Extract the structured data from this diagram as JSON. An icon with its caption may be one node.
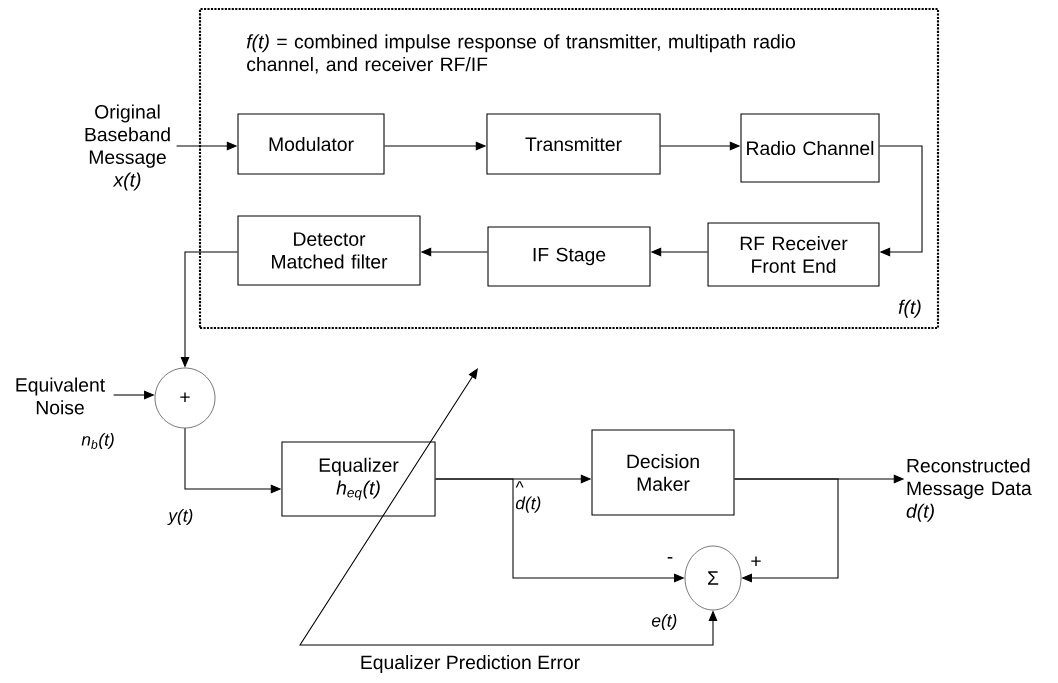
{
  "diagram": {
    "nodes": [
      {
        "text": [
          "*f(t)* = combined impulse response of transmitter, multipath radio channel, and receiver RF/IF",
          "f(t)"
        ]
      },
      {
        "text": [
          "Original Baseband Message *x(t)*"
        ]
      },
      {
        "text": [
          "Modulator"
        ],
        "in": 0
      },
      {
        "text": [
          "Transmitter"
        ],
        "in": 0
      },
      {
        "text": [
          "Radio Channel"
        ],
        "in": 0
      },
      {
        "text": [
          "RF Receiver Front End"
        ],
        "in": 0
      },
      {
        "text": [
          "IF Stage"
        ],
        "in": 0
      },
      {
        "text": [
          "Detector Matched filter"
        ],
        "in": 0
      },
      {
        "text": [
          "Equivalent Noise"
        ]
      },
      {
        "text": [
          "+"
        ]
      },
      {
        "text": [
          "Equalizer",
          "h$_{eq}$(t)"
        ]
      },
      {
        "text": [
          "Decision Maker"
        ]
      },
      {
        "text": [
          "Σ"
        ]
      },
      {
        "text": [
          "Reconstructed Message Data",
          "d(t)"
        ]
      }
    ],
    "edges": [
      {
        "from": 1,
        "to": 2,
        "arrow": "to"
      },
      {
        "from": 2,
        "to": 3,
        "arrow": "to"
      },
      {
        "from": 3,
        "to": 4,
        "arrow": "to"
      },
      {
        "from": 4,
        "to": 5,
        "arrow": "to"
      },
      {
        "from": 5,
        "to": 6,
        "arrow": "to"
      },
      {
        "from": 6,
        "to": 7,
        "arrow": "to"
      },
      {
        "from": 7,
        "to": 9,
        "arrow": "to"
      },
      {
        "from": 8,
        "to": 9,
        "arrow": "to",
        "label": "n$_{b}$(t)"
      },
      {
        "from": 9,
        "to": 10,
        "arrow": "to",
        "label": "y(t)"
      },
      {
        "from": 10,
        "to": 11,
        "arrow": "to"
      },
      {
        "from": 11,
        "to": 13,
        "arrow": "to"
      },
      {
        "from": 10,
        "to": 12,
        "arrow": "to",
        "label": "^ d(t)"
      },
      {
        "from": 11,
        "to": 12,
        "arrow": "to"
      },
      {
        "from": null,
        "to": 12,
        "arrow": "both",
        "label": "e(t)"
      }
    ],
    "labels": [
      "-",
      "+",
      "Equalizer Prediction Error"
    ]
  }
}
